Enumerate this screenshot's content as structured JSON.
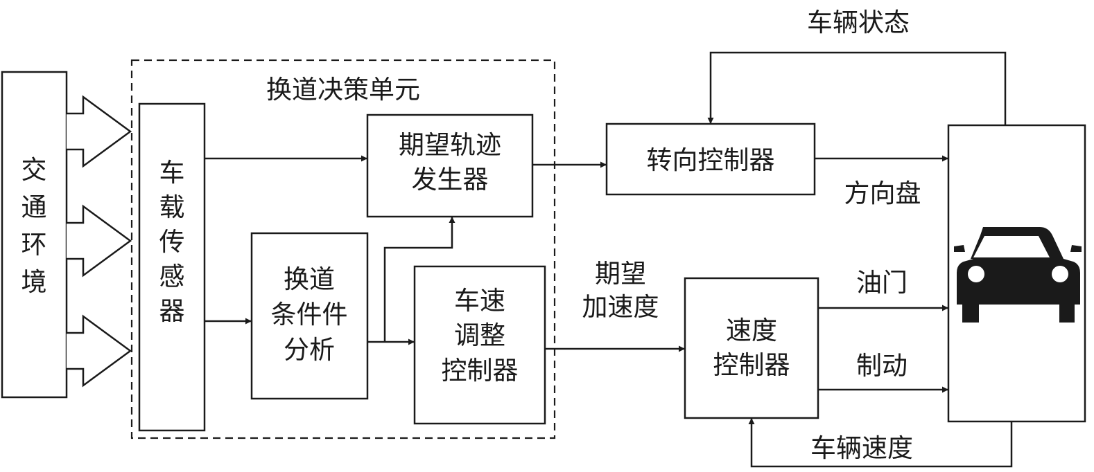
{
  "blocks": {
    "traffic_env": "交通环境",
    "sensor": "车载传感器",
    "decision_unit_title": "换道决策单元",
    "trajectory": [
      "期望轨迹",
      "发生器"
    ],
    "condition": [
      "换道",
      "条件件",
      "分析"
    ],
    "speed_adjust": [
      "车速",
      "调整",
      "控制器"
    ],
    "steering": "转向控制器",
    "speed_ctrl": [
      "速度",
      "控制器"
    ]
  },
  "labels": {
    "vehicle_state": "车辆状态",
    "steering_wheel": "方向盘",
    "expected_accel": [
      "期望",
      "加速度"
    ],
    "throttle": "油门",
    "brake": "制动",
    "vehicle_speed": "车辆速度"
  }
}
